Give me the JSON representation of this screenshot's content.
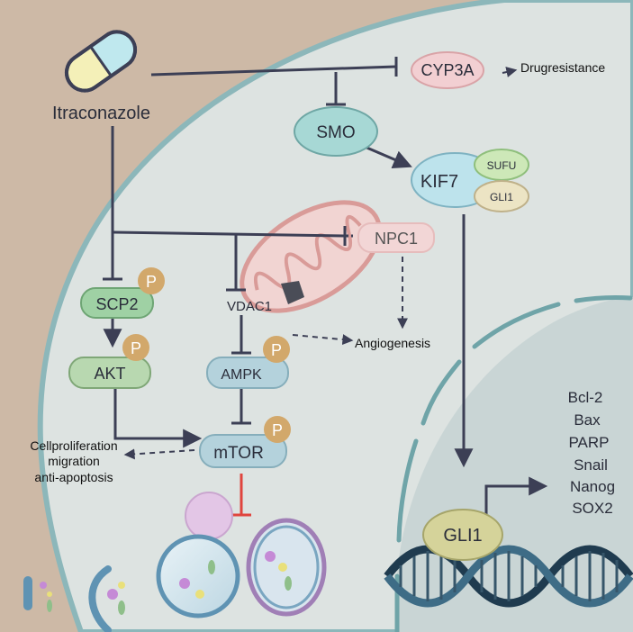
{
  "colors": {
    "background": "#cdb9a6",
    "cytoplasm": "#dde3e1",
    "nucleus": "#c9d5d5",
    "membrane": "#7fb0b4",
    "arrow": "#3c3f55",
    "inhibit_red": "#e0453e",
    "phospho": "#d2a86b",
    "green_node": "#9fd1a4",
    "blue_node": "#b4d2dc",
    "pink_node": "#f2cfd2",
    "mito": "#e4b0ad"
  },
  "drug": {
    "label": "Itraconazole",
    "icon": "capsule-icon"
  },
  "nodes": {
    "cyp3a": "CYP3A",
    "smo": "SMO",
    "kif7": "KIF7",
    "sufu": "SUFU",
    "gli1_small": "GLI1",
    "npc1": "NPC1",
    "scp2": "SCP2",
    "akt": "AKT",
    "vdac1": "VDAC1",
    "ampk": "AMPK",
    "mtor": "mTOR",
    "gli1_nucleus": "GLI1"
  },
  "phospho_label": "P",
  "outcomes": {
    "drug_resistance": "Drugresistance",
    "angiogenesis": "Angiogenesis",
    "cell_effects": [
      "Cellproliferation",
      "migration",
      "anti-apoptosis"
    ]
  },
  "target_genes": [
    "Bcl-2",
    "Bax",
    "PARP",
    "Snail",
    "Nanog",
    "SOX2"
  ]
}
